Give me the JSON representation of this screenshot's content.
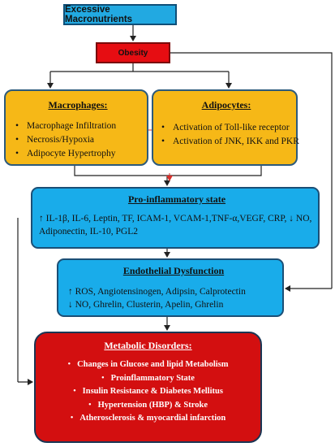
{
  "nodes": {
    "excess": {
      "title": "Excessive Macronutrients"
    },
    "obesity": {
      "title": "Obesity"
    },
    "macrophages": {
      "title": "Macrophages:",
      "items": [
        "Macrophage Infiltration",
        "Necrosis/Hypoxia",
        "Adipocyte Hypertrophy"
      ]
    },
    "adipocytes": {
      "title": "Adipocytes:",
      "items": [
        "Activation of Toll-like receptor",
        "Activation of JNK, IKK and PKR"
      ]
    },
    "proinflammatory": {
      "title": "Pro-inflammatory state",
      "text": "↑ IL-1β, IL-6, Leptin, TF, ICAM-1, VCAM-1,TNF-α,VEGF, CRP, ↓ NO, Adiponectin, IL-10, PGL2"
    },
    "endothelial": {
      "title": "Endothelial Dysfunction",
      "line1": "↑ ROS, Angiotensinogen, Adipsin, Calprotectin",
      "line2": "↓ NO, Ghrelin, Clusterin, Apelin, Ghrelin"
    },
    "metabolic": {
      "title": "Metabolic Disorders:",
      "items": [
        "Changes in Glucose and lipid Metabolism",
        "Proinflammatory State",
        "Insulin Resistance &  Diabetes Mellitus",
        "Hypertension (HBP) & Stroke",
        "Atherosclerosis & myocardial infarction"
      ]
    }
  },
  "colors": {
    "blue_box": "#19acea",
    "red_box": "#e60d12",
    "orange_box": "#f6b817",
    "metabolic_box": "#d30f10",
    "connector": "#222222",
    "highlight_line": "#d9302c"
  }
}
